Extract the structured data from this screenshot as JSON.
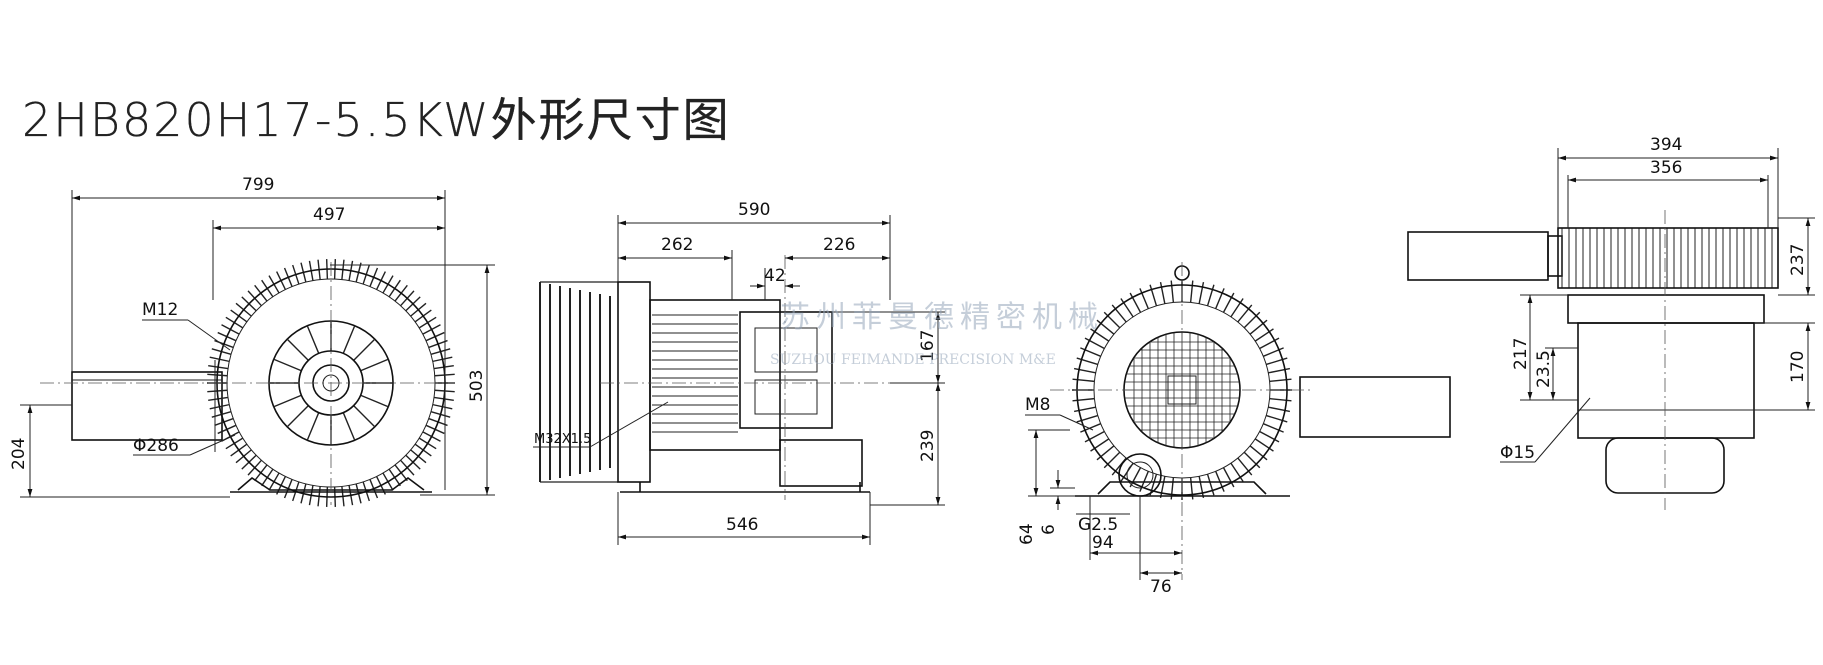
{
  "title": "2HB820H17-5.5KW外形尺寸图",
  "watermark": {
    "cn": "苏州菲曼德精密机械",
    "en": "SUZHOU FEIMANDE PRECISION M&E",
    "color": "#96a5b9"
  },
  "views": {
    "front": {
      "d_799": "799",
      "d_497": "497",
      "d_503": "503",
      "d_204": "204",
      "lbl_m12": "M12",
      "lbl_phi286": "Φ286"
    },
    "side": {
      "d_590": "590",
      "d_262": "262",
      "d_226": "226",
      "d_42": "42",
      "d_167": "167",
      "d_239": "239",
      "d_546": "546",
      "lbl_m32": "M32X1.5"
    },
    "rear": {
      "lbl_m8": "M8",
      "lbl_g25": "G2.5",
      "d_64": "64",
      "d_6": "6",
      "d_94": "94",
      "d_76": "76"
    },
    "top": {
      "d_394": "394",
      "d_356": "356",
      "d_237": "237",
      "d_217": "217",
      "d_235": "23.5",
      "d_170": "170",
      "lbl_phi15": "Φ15"
    }
  }
}
